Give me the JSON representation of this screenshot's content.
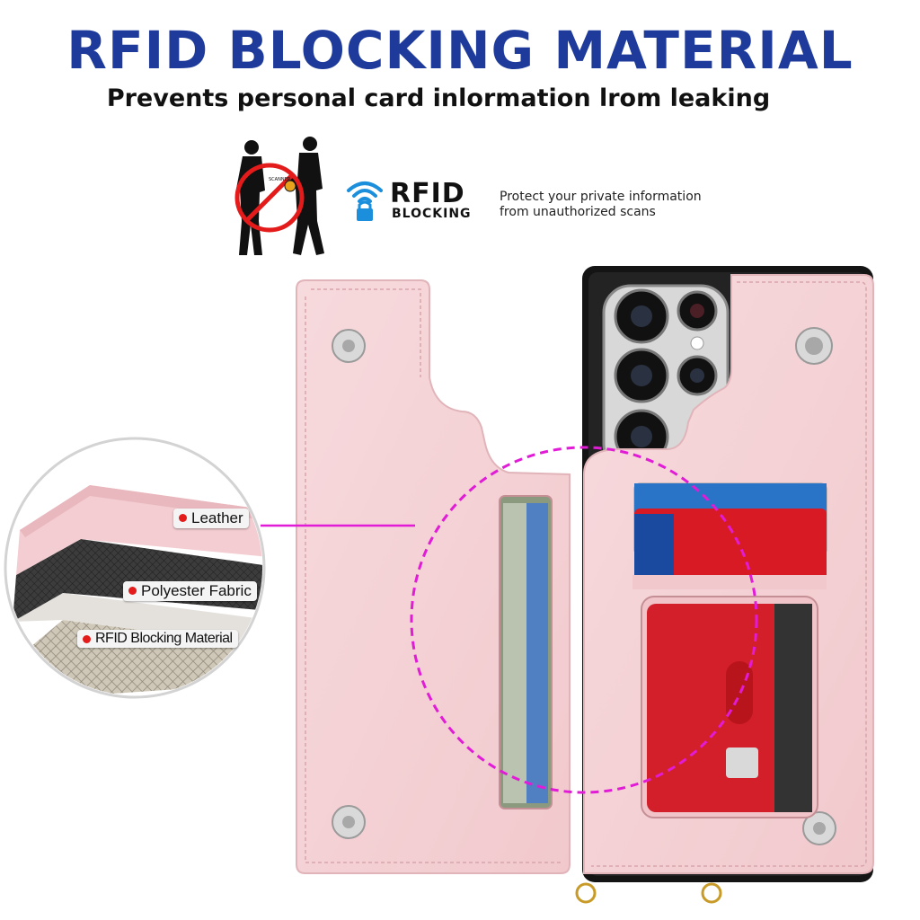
{
  "header": {
    "title": "RFID BLOCKING MATERIAL",
    "subtitle": "Prevents personal card inlormation lrom leaking"
  },
  "badge": {
    "title": "RFID",
    "subtitle": "BLOCKING",
    "description_line1": "Protect your private information",
    "description_line2": "from unauthorized scans"
  },
  "layers": {
    "top": "Leather",
    "middle": "Polyester Fabric",
    "bottom": "RFID Blocking Material"
  },
  "colors": {
    "title_blue": "#1e3a9a",
    "case_pink": "#f5d3d6",
    "callout_magenta": "#e11bd6",
    "label_dot_red": "#e31b1b"
  },
  "icons": {
    "people": "no-scanning-people-icon",
    "rfid": "rfid-wave-lock-icon"
  }
}
